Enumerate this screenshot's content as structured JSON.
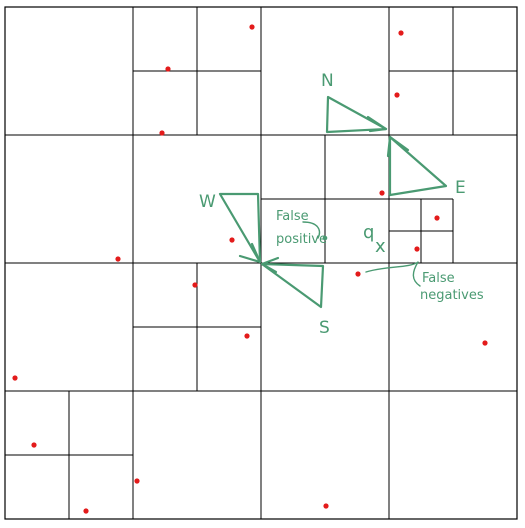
{
  "colors": {
    "grid": "#000000",
    "point": "#e31b1b",
    "annotation": "#4a9a72",
    "background": "#ffffff"
  },
  "labels": {
    "north": "N",
    "east": "E",
    "south": "S",
    "west": "W",
    "query": "q",
    "query_mark": "x",
    "false_positive_line1": "False",
    "false_positive_line2": "positive",
    "false_negative_line1": "False",
    "false_negative_line2": "negatives"
  }
}
